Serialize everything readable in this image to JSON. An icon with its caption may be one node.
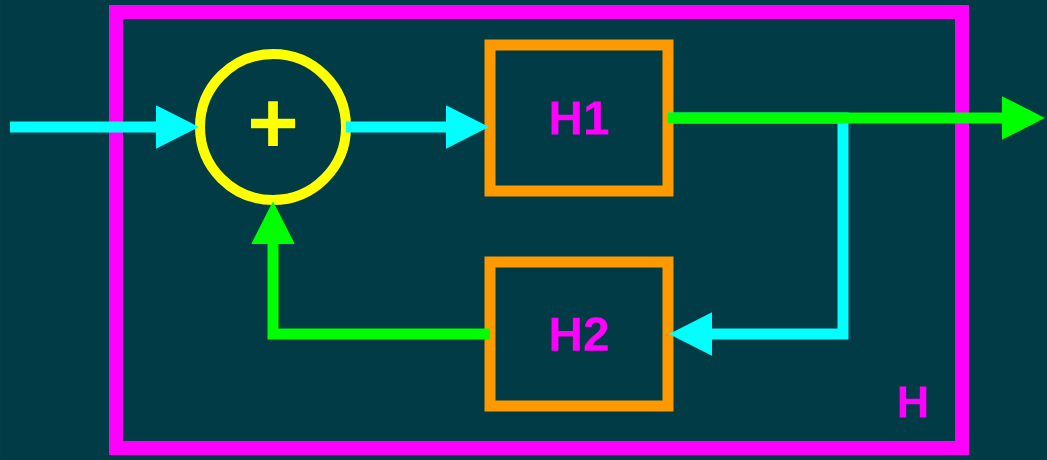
{
  "diagram": {
    "nodes": [
      {
        "text": [
          "H"
        ]
      },
      {
        "text": [
          "+"
        ],
        "in": 0
      },
      {
        "text": [
          "H1"
        ],
        "in": 0
      },
      {
        "text": [
          "H2"
        ],
        "in": 0
      }
    ],
    "edges": [
      {
        "from": null,
        "to": 1,
        "arrow": "to"
      },
      {
        "from": 1,
        "to": 2,
        "arrow": "to"
      },
      {
        "from": 2,
        "to": null,
        "arrow": "to",
        "color": "#00ff00"
      },
      {
        "from": 2,
        "to": 3,
        "arrow": "to"
      },
      {
        "from": 3,
        "to": 1,
        "arrow": "to",
        "color": "#00ff00"
      }
    ]
  }
}
